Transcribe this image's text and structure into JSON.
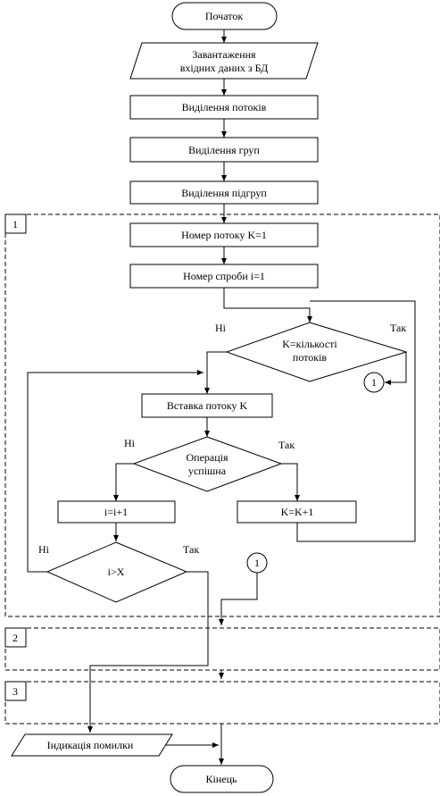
{
  "start": "Початок",
  "load": [
    "Завантаження",
    "вхідних даних з БД"
  ],
  "select_streams": "Виділення потоків",
  "select_groups": "Виділення груп",
  "select_subgroups": "Виділення підгруп",
  "block1_label": "1",
  "block2_label": "2",
  "block3_label": "3",
  "stream_number": "Номер потоку K=1",
  "attempt_number": "Номер спроби i=1",
  "decision_streams": [
    "K=кількості",
    "потоків"
  ],
  "insert_stream": "Вставка потоку K",
  "decision_success": [
    "Операція",
    "успішна"
  ],
  "increment_i": "i=i+1",
  "increment_k": "K=K+1",
  "decision_limit": "i>X",
  "connector": "1",
  "no": "Ні",
  "yes": "Так",
  "error_indication": "Індикація помилки",
  "end": "Кінець"
}
